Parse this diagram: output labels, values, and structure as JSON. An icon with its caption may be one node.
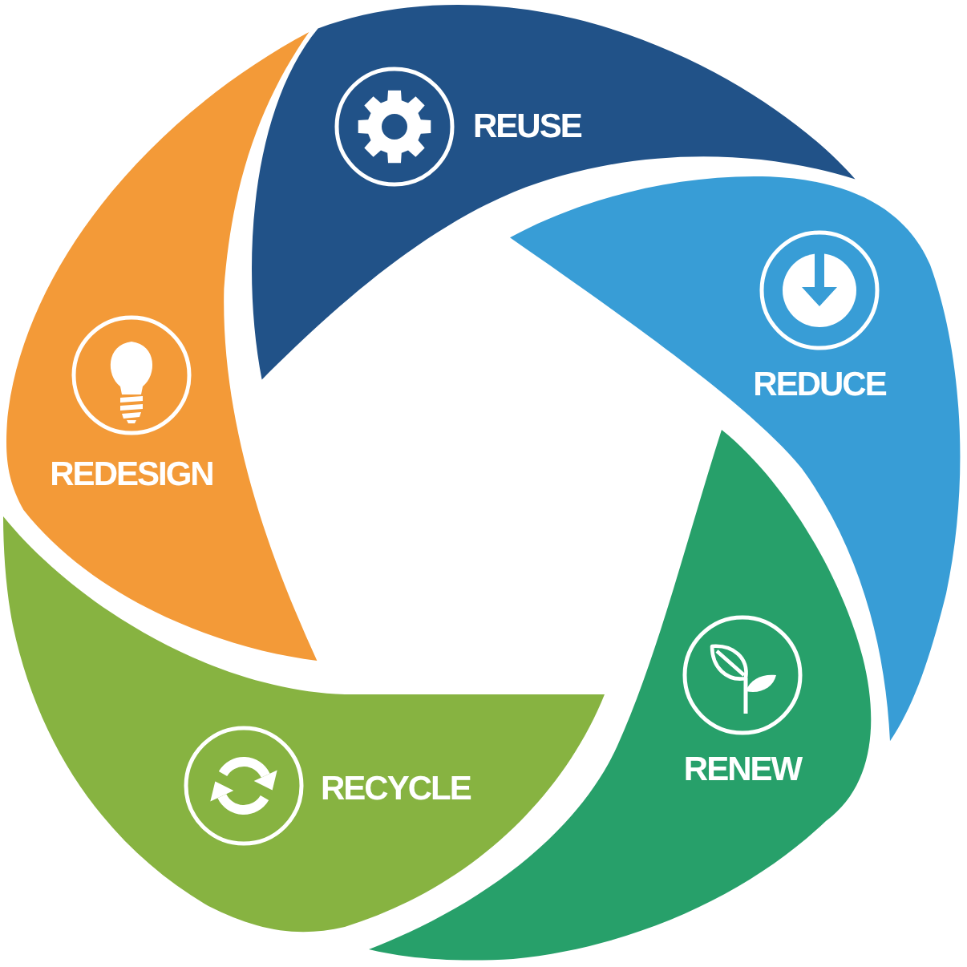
{
  "diagram": {
    "nodes": [
      {
        "text": [
          "REUSE"
        ]
      },
      {
        "text": [
          "REDUCE"
        ]
      },
      {
        "text": [
          "RENEW"
        ]
      },
      {
        "text": [
          "RECYCLE"
        ]
      },
      {
        "text": [
          "REDESIGN"
        ]
      }
    ]
  }
}
